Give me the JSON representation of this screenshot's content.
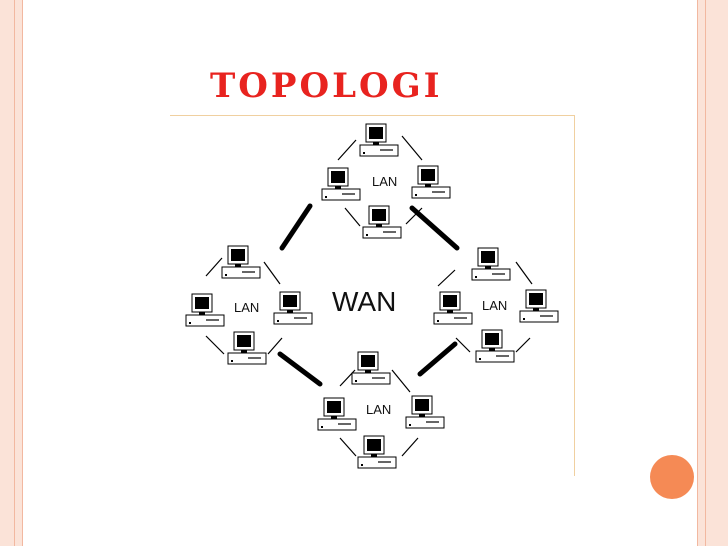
{
  "slide": {
    "title": "TOPOLOGI",
    "title_color": "#e8231f",
    "accent_color": "#f58a55",
    "frame_color": "#fbe3d8"
  },
  "diagram": {
    "center_label": "WAN",
    "lans": [
      {
        "name": "top",
        "label": "LAN"
      },
      {
        "name": "left",
        "label": "LAN"
      },
      {
        "name": "right",
        "label": "LAN"
      },
      {
        "name": "bottom",
        "label": "LAN"
      }
    ],
    "icons": {
      "computer": "computer-icon"
    }
  }
}
